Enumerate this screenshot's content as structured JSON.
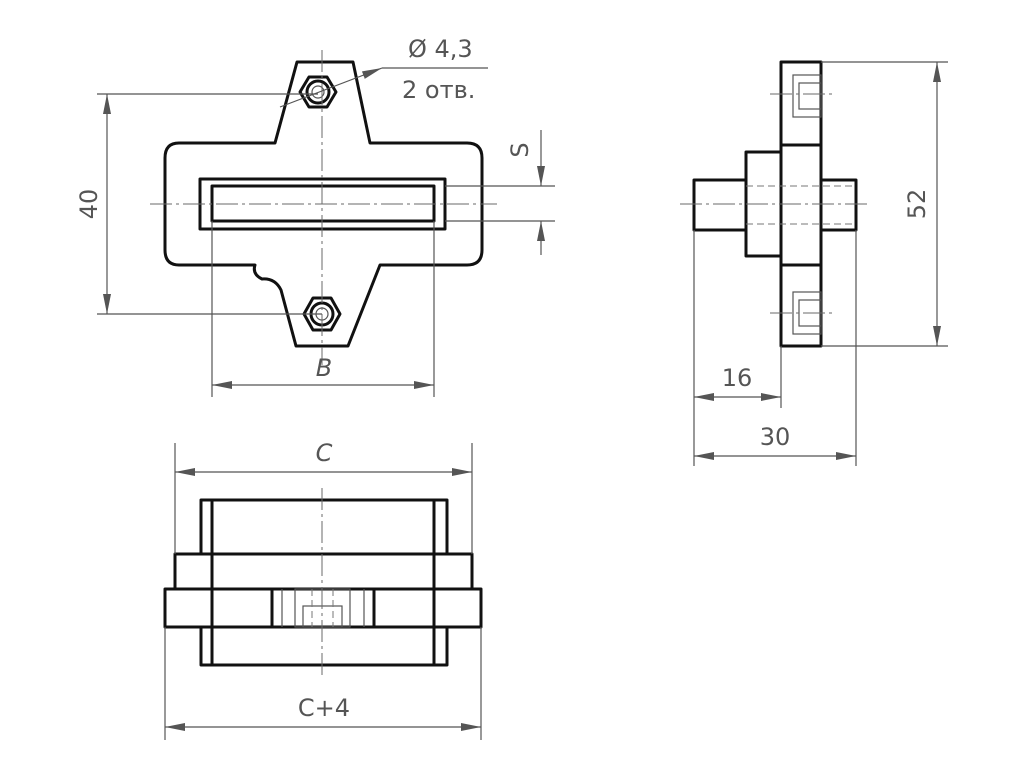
{
  "drawing": {
    "labels": {
      "hole_diameter": "Ø 4,3",
      "hole_count": "2 отв.",
      "height_40": "40",
      "width_b": "B",
      "slot_s": "S",
      "height_52": "52",
      "depth_16": "16",
      "depth_30": "30",
      "width_c": "C",
      "width_c_plus_4": "C+4"
    }
  }
}
